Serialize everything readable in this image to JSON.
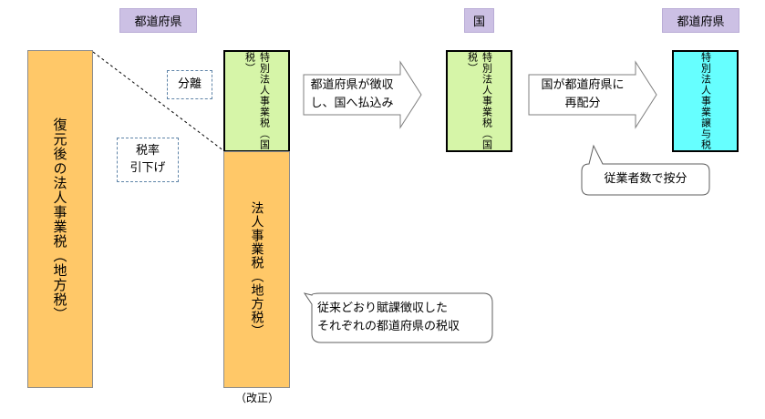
{
  "headers": {
    "left": "都道府県",
    "middle": "国",
    "right": "都道府県"
  },
  "boxes": {
    "restored_tax": "復元後の法人事業税（地方税）",
    "special_tax_national": "特別法人事業税（国税）",
    "corporate_tax_local": "法人事業税（地方税）",
    "special_tax_middle": "特別法人事業税（国税）",
    "special_transfer_tax": "特別法人事業譲与税"
  },
  "labels": {
    "separation": "分離",
    "tax_rate_line1": "税率",
    "tax_rate_line2": "引下げ",
    "revision": "（改正）"
  },
  "arrows": {
    "collect_line1": "都道府県が徴収",
    "collect_line2": "し、国へ払込み",
    "redistribute_line1": "国が都道府県に",
    "redistribute_line2": "再配分"
  },
  "callouts": {
    "employee_count": "従業者数で按分",
    "as_before_line1": "従来どおり賦課徴収した",
    "as_before_line2": "それぞれの都道府県の税収"
  },
  "colors": {
    "header_bg": "#ccc0e4",
    "local_tax": "#ffc868",
    "national_tax": "#d6f5a8",
    "transfer_tax": "#66ffff"
  }
}
